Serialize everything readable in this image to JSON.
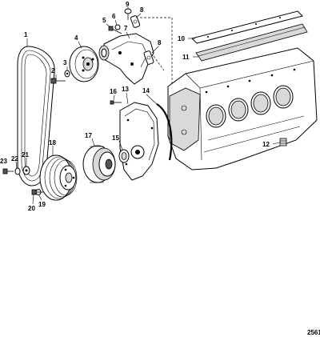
{
  "callouts": [
    "1",
    "2",
    "3",
    "4",
    "5",
    "6",
    "7",
    "8",
    "9",
    "10",
    "11",
    "12",
    "13",
    "14",
    "15",
    "16",
    "17",
    "18",
    "19",
    "20",
    "21",
    "22",
    "23"
  ],
  "reference_number": "2561"
}
